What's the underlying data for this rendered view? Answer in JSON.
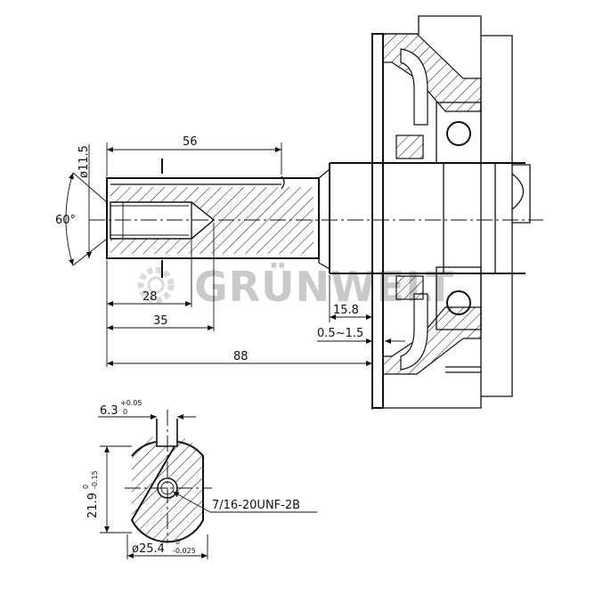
{
  "watermark": "GRÜNWELT",
  "dimensions": {
    "len_56": "56",
    "dia_11_5": "ø11.5",
    "angle_60": "60°",
    "len_28": "28",
    "len_35": "35",
    "len_88": "88",
    "len_15_8": "15.8",
    "range_0_5_1_5": "0.5~1.5",
    "section_mark": "I"
  },
  "section": {
    "key_width": "6.3",
    "key_width_tol_upper": "+0.05",
    "key_width_tol_lower": "0",
    "flat_height": "21.9",
    "flat_tol_upper": "0",
    "flat_tol_lower": "-0.15",
    "thread": "7/16-20UNF-2B",
    "diameter": "ø25.4",
    "diameter_tol_upper": "0",
    "diameter_tol_lower": "-0.025"
  },
  "colors": {
    "line": "#111111",
    "watermark": "#c9c9c9"
  }
}
